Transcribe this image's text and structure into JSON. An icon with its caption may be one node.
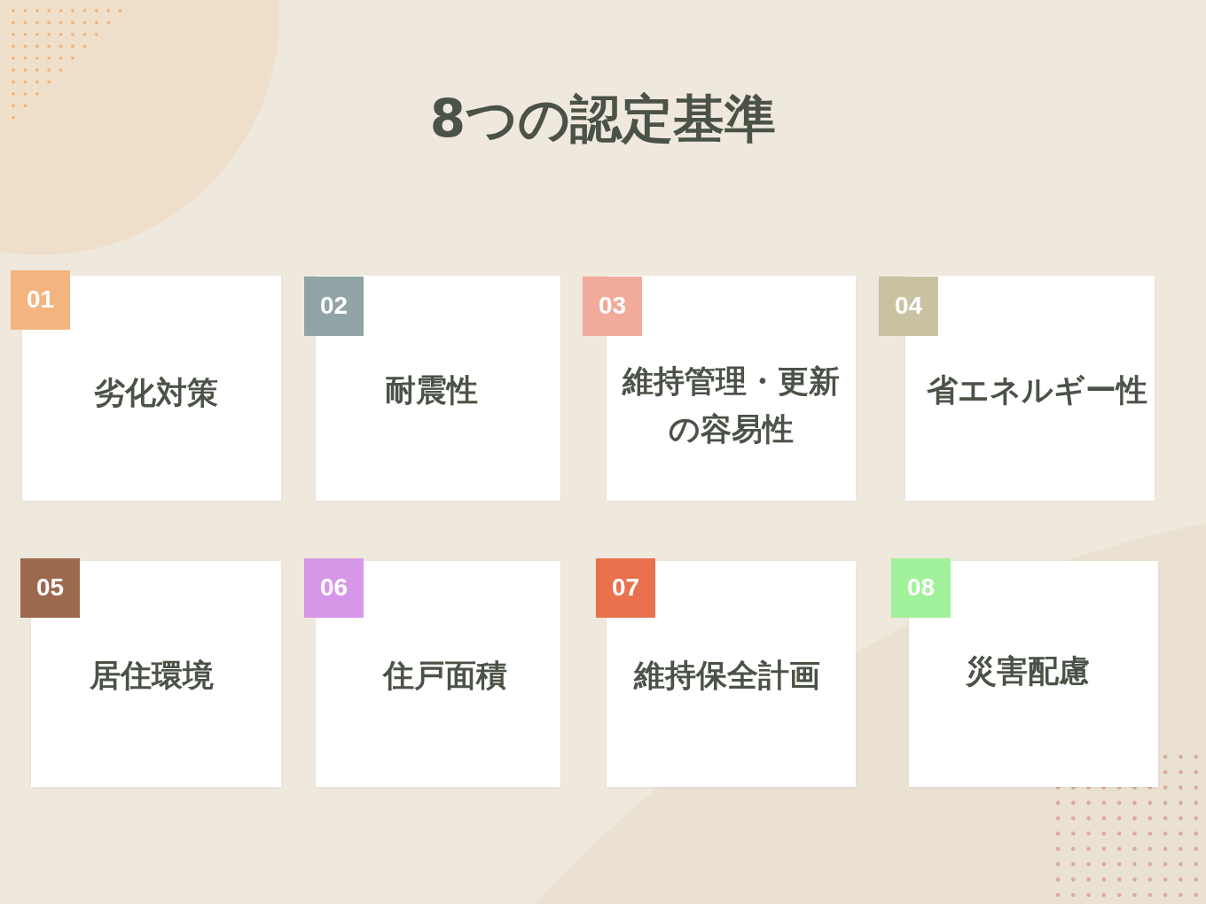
{
  "diagram": {
    "title": "8つの認定基準",
    "nodes": [
      {
        "text": [
          "01",
          "劣化対策"
        ]
      },
      {
        "text": [
          "02",
          "耐震性"
        ]
      },
      {
        "text": [
          "03",
          "維持管理・更新の容易性"
        ]
      },
      {
        "text": [
          "04",
          "省エネルギー性"
        ]
      },
      {
        "text": [
          "05",
          "居住環境"
        ]
      },
      {
        "text": [
          "06",
          "住戸面積"
        ]
      },
      {
        "text": [
          "07",
          "維持保全計画"
        ]
      },
      {
        "text": [
          "08",
          "災害配慮"
        ]
      }
    ]
  }
}
